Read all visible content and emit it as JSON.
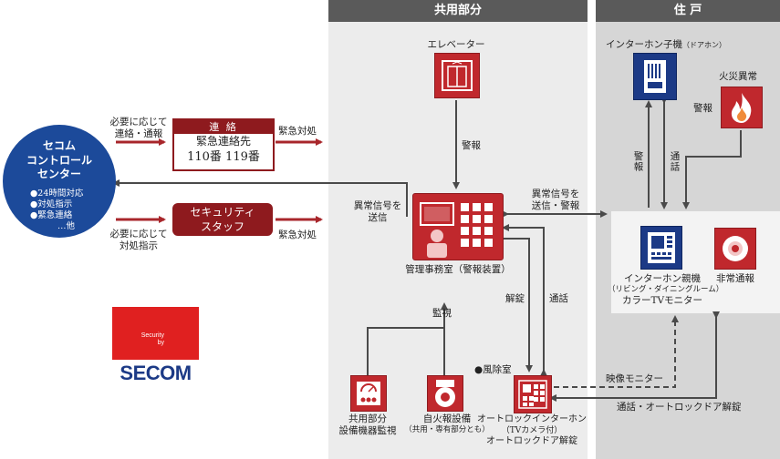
{
  "zones": {
    "common": "共用部分",
    "unit": "住 戸"
  },
  "control_center": {
    "name_lines": [
      "セコム",
      "コントロール",
      "センター"
    ],
    "bullets": [
      "●24時間対応",
      "●対処指示",
      "●緊急連絡",
      "…他"
    ]
  },
  "logo": {
    "line1": "Security",
    "line2": "by",
    "brand": "SECOM"
  },
  "contact_box": {
    "header": "連 絡",
    "line1": "緊急連絡先",
    "line2": "110番 119番"
  },
  "security_staff": {
    "line1": "セキュリティ",
    "line2": "スタッフ"
  },
  "labels": {
    "request_contact": [
      "必要に応じて",
      "連絡・通報"
    ],
    "request_instruction": [
      "必要に応じて",
      "対処指示"
    ],
    "emergency_response_1": "緊急対処",
    "emergency_response_2": "緊急対処",
    "abnormal_signal_send": [
      "異常信号を",
      "送信"
    ],
    "abnormal_signal_send_alarm": [
      "異常信号を",
      "送信・警報"
    ],
    "alarm_elevator": "警報",
    "monitor": "監視",
    "unlock": "解錠",
    "call": "通話",
    "alarm_intercom": "警報",
    "call_intercom": "通話",
    "alarm_fire": "警報",
    "video_monitor": "映像モニター",
    "call_autolock": "通話・オートロックドア解錠",
    "windbreak_room": "●風除室"
  },
  "devices": {
    "elevator": "エレベーター",
    "management_office": "管理事務室（警報装置）",
    "common_equipment": [
      "共用部分",
      "設備機器監視"
    ],
    "fire_alarm": [
      "自火報設備",
      "（共用・専有部分とも）"
    ],
    "autolock_intercom": [
      "オートロックインターホン",
      "（TVカメラ付）",
      "オートロックドア解錠"
    ],
    "intercom_sub": "インターホン子機",
    "intercom_sub_note": "（ドアホン）",
    "fire_alert": "火災異常",
    "intercom_main": [
      "インターホン親機",
      "（リビング・ダイニングルーム）",
      "カラーTVモニター"
    ],
    "emergency_call": "非常通報"
  },
  "colors": {
    "brand_red": "#c0282d",
    "navy": "#1c3a86",
    "zone_common_bg": "#ececec",
    "zone_unit_bg": "#d6d6d6",
    "header_bg": "#5a5a5a",
    "arrow": "#4a4a4a",
    "control_center_bg": "#1c4a9a"
  }
}
